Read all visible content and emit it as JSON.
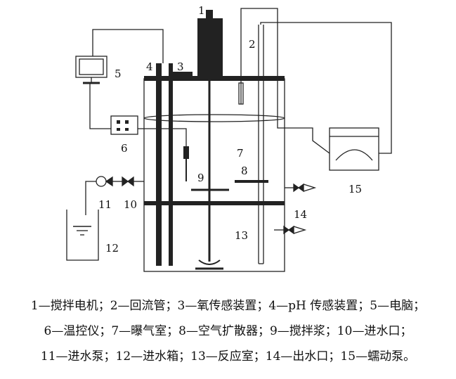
{
  "labels": {
    "l1": "1",
    "l2": "2",
    "l3": "3",
    "l4": "4",
    "l5": "5",
    "l6": "6",
    "l7": "7",
    "l8": "8",
    "l9": "9",
    "l10": "10",
    "l11": "11",
    "l12": "12",
    "l13": "13",
    "l14": "14",
    "l15": "15"
  },
  "legend": [
    "1—搅拌电机；2—回流管；3—氧传感装置；4—pH 传感装置；5—电脑；",
    "6—温控仪；7—曝气室；8—空气扩散器；9—搅拌浆；10—进水口；",
    "11—进水泵；12—进水箱；13—反应室；14—出水口；15—蠕动泵。"
  ]
}
